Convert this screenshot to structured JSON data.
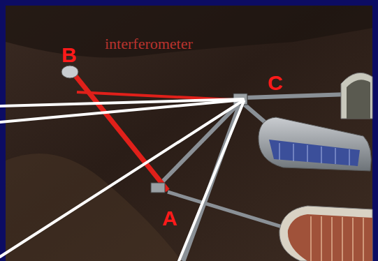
{
  "diagram": {
    "labels": [
      "interferometer",
      "B",
      "C",
      "A"
    ]
  }
}
